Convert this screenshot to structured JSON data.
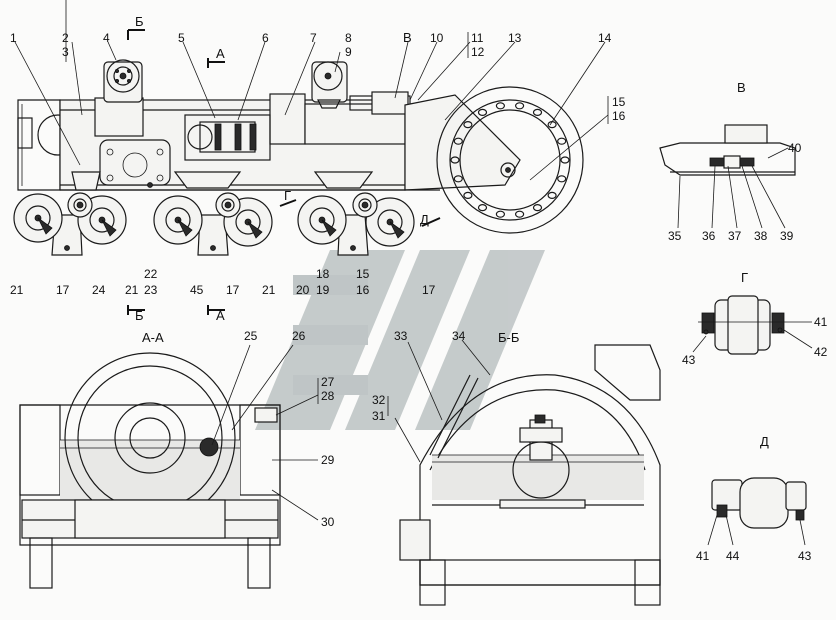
{
  "colors": {
    "line": "#1a1a1a",
    "paper": "#fbfbfa",
    "watermark": "#9aa4a6",
    "oil": "#e8e8e6"
  },
  "section_titles": {
    "AA": "А-А",
    "BB": "Б-Б",
    "V": "В",
    "G": "Г",
    "D": "Д"
  },
  "section_marks": {
    "B_top": "Б",
    "A_top": "А",
    "B_bottom": "Б",
    "A_bottom": "А",
    "V_arrow": "В",
    "G_arrow": "Г",
    "D_arrow": "Д"
  },
  "callouts": {
    "c1": "1",
    "c2": "2",
    "c3": "3",
    "c4": "4",
    "c5": "5",
    "c6": "6",
    "c7": "7",
    "c8": "8",
    "c9": "9",
    "c10": "10",
    "c11": "11",
    "c12": "12",
    "c13": "13",
    "c14": "14",
    "c15": "15",
    "c16": "16",
    "c17a": "17",
    "c17b": "17",
    "c17c": "17",
    "c18": "18",
    "c19": "19",
    "c20": "20",
    "c21a": "21",
    "c21b": "21",
    "c21c": "21",
    "c22": "22",
    "c23": "23",
    "c24": "24",
    "c45": "45",
    "c15b": "15",
    "c16b": "16",
    "c25": "25",
    "c26": "26",
    "c27": "27",
    "c28": "28",
    "c29": "29",
    "c30": "30",
    "c31": "31",
    "c32": "32",
    "c33": "33",
    "c34": "34",
    "c35": "35",
    "c36": "36",
    "c37": "37",
    "c38": "38",
    "c39": "39",
    "c40": "40",
    "c41a": "41",
    "c42": "42",
    "c43a": "43",
    "c41b": "41",
    "c44": "44",
    "c43b": "43"
  }
}
